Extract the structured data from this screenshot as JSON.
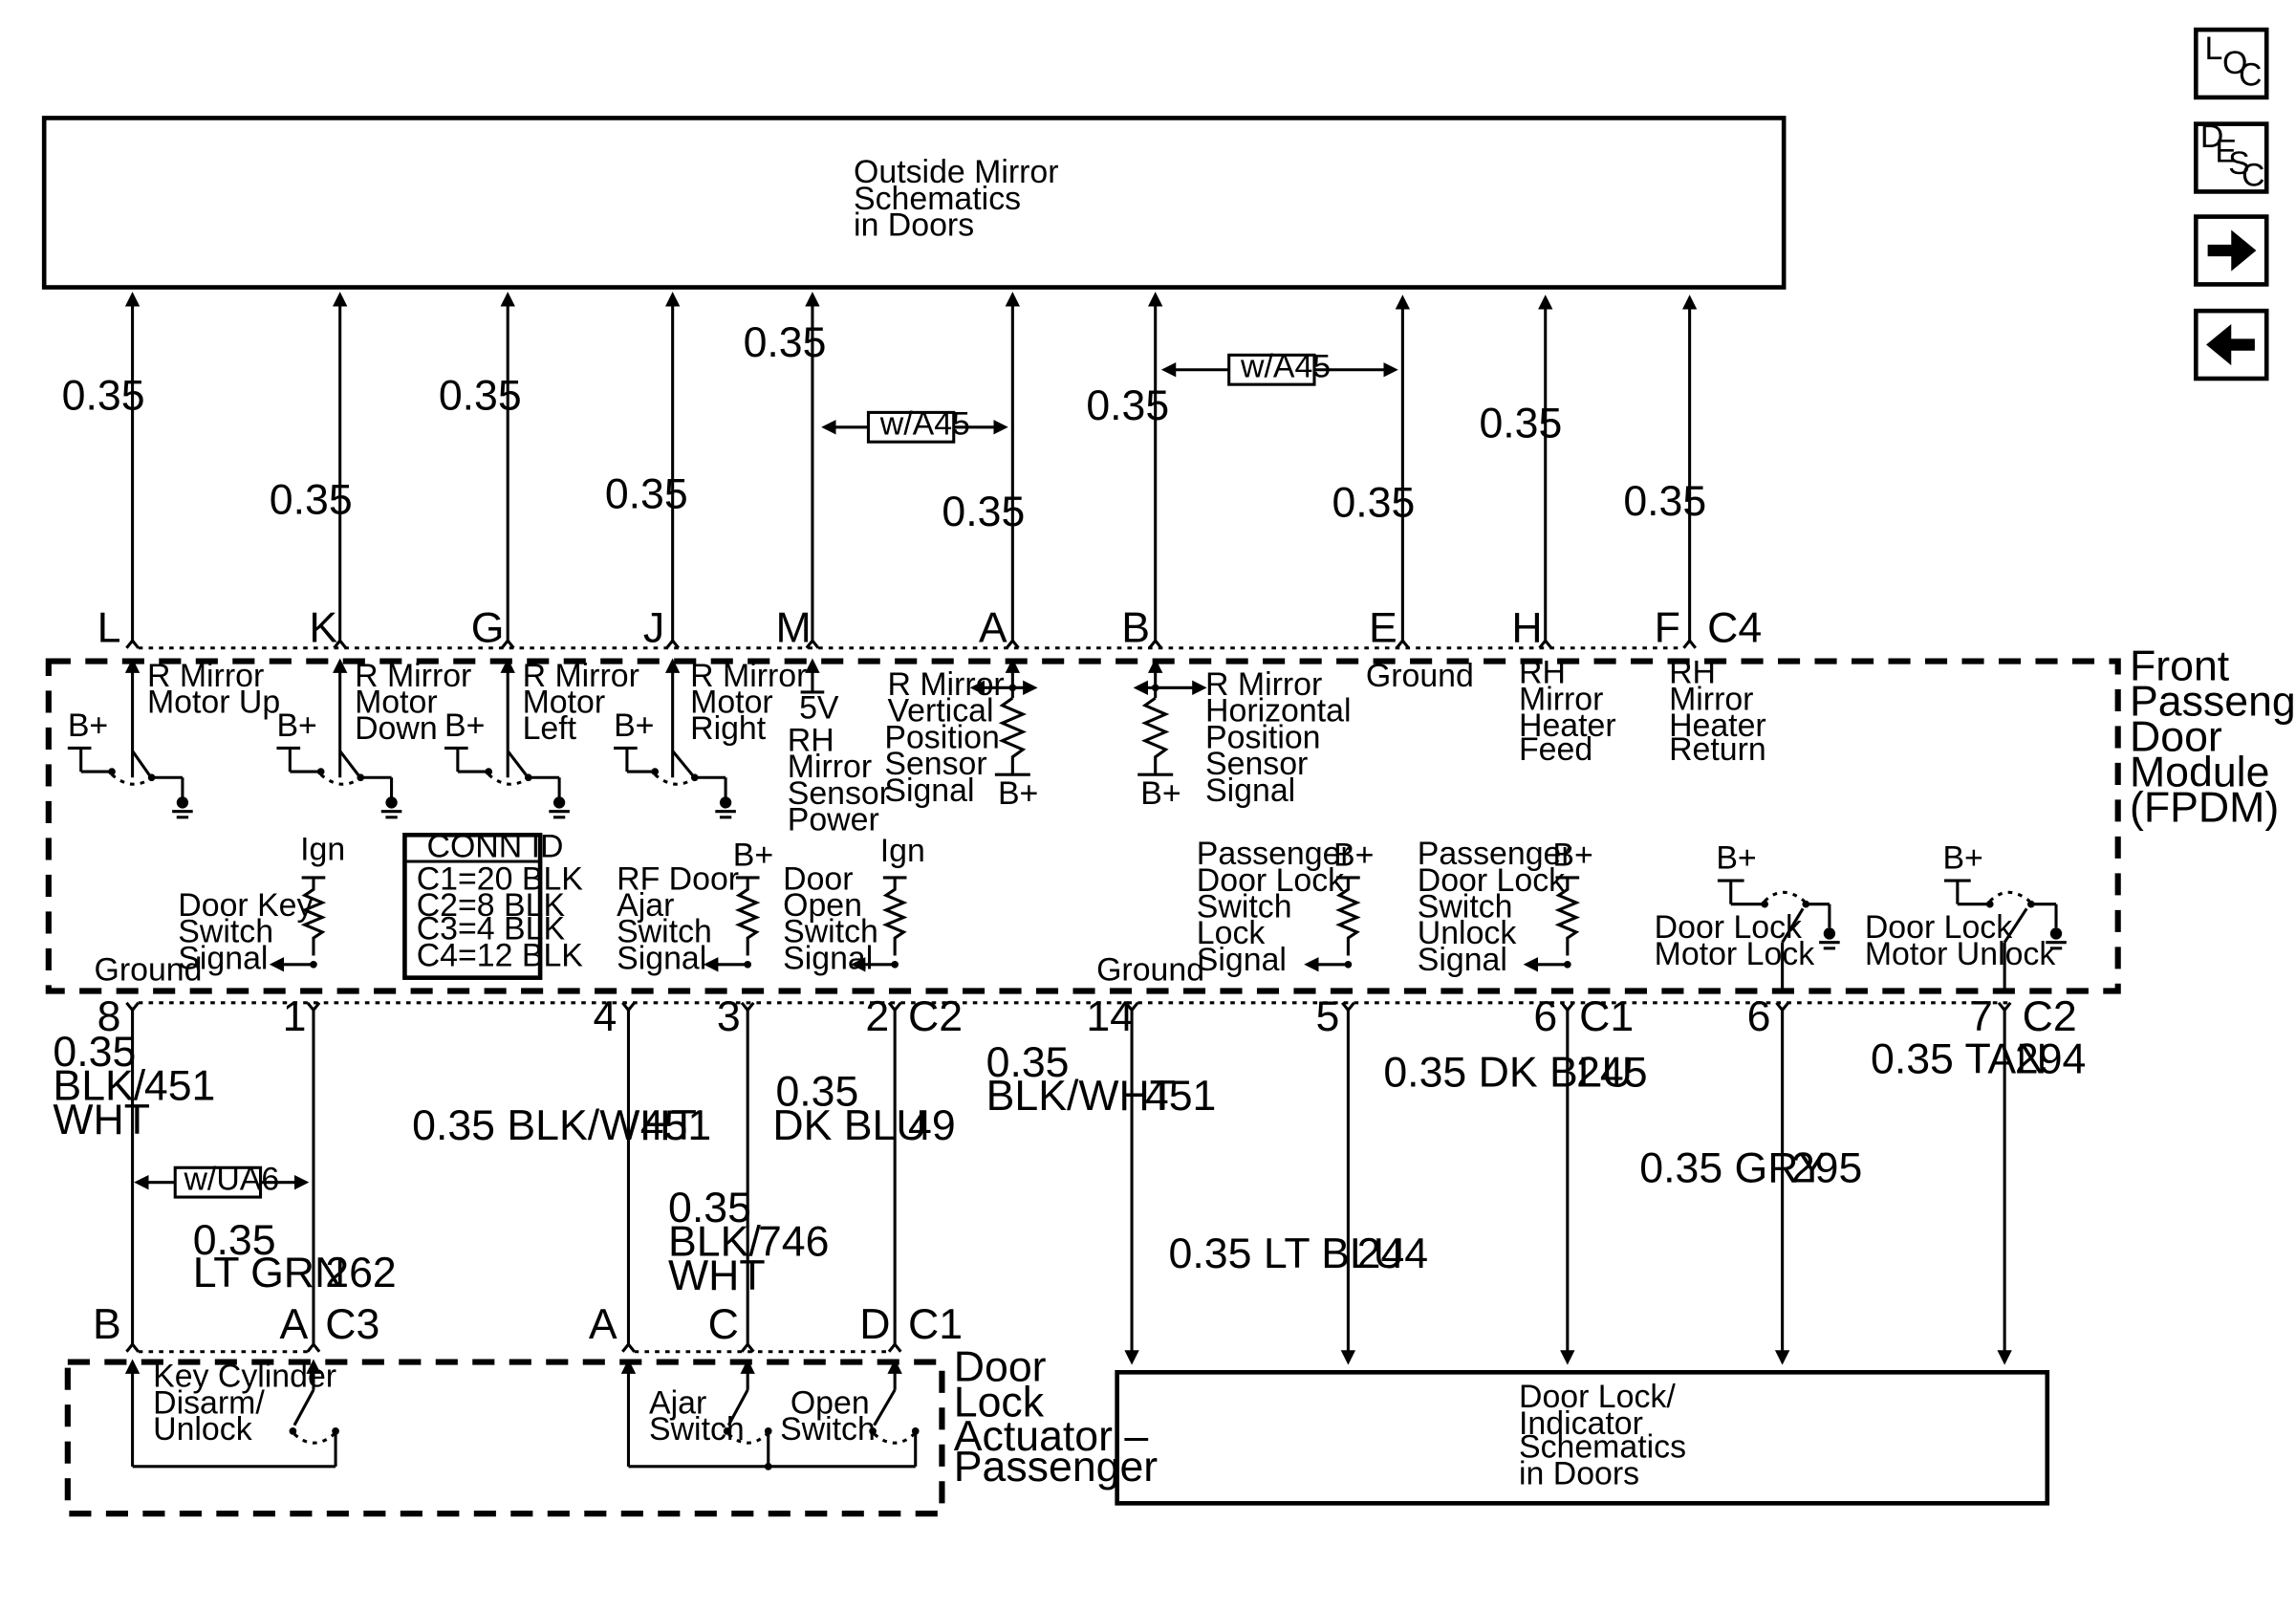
{
  "nav": {
    "loc_l": "L",
    "loc_o": "O",
    "loc_c": "C",
    "desc_d": "D",
    "desc_e": "E",
    "desc_s": "S",
    "desc_c": "C",
    "next": "next-arrow-icon",
    "prev": "prev-arrow-icon"
  },
  "top_box": {
    "line1": "Outside Mirror",
    "line2": "Schematics",
    "line3": "in Doors"
  },
  "bottom_box": {
    "line1": "Door Lock/",
    "line2": "Indicator",
    "line3": "Schematics",
    "line4": "in Doors"
  },
  "fpdm": {
    "line1": "Front",
    "line2": "Passenger",
    "line3": "Door",
    "line4": "Module",
    "line5": "(FPDM)"
  },
  "actuator": {
    "line1": "Door",
    "line2": "Lock",
    "line3": "Actuator –",
    "line4": "Passenger"
  },
  "conn_id": {
    "title": "CONN ID",
    "c1": "C1=20 BLK",
    "c2": "C2=8 BLK",
    "c3": "C3=4 BLK",
    "c4": "C4=12 BLK"
  },
  "options": {
    "wa45": "w/A45",
    "wua6": "w/UA6"
  },
  "top_wires": {
    "g1": "0.35",
    "g2": "0.35",
    "g3": "0.35",
    "g4": "0.35",
    "g5": "0.35",
    "g6": "0.35",
    "g7": "0.35",
    "g8": "0.35",
    "g9": "0.35",
    "g10": "0.35"
  },
  "top_pins": {
    "L": "L",
    "K": "K",
    "G": "G",
    "J": "J",
    "M": "M",
    "A": "A",
    "B": "B",
    "E": "E",
    "H": "H",
    "F": "F",
    "conn": "C4"
  },
  "module_labels": {
    "r_up1": "R Mirror",
    "r_up2": "Motor Up",
    "r_dn1": "R Mirror",
    "r_dn2": "Motor",
    "r_dn3": "Down",
    "r_lf1": "R Mirror",
    "r_lf2": "Motor",
    "r_lf3": "Left",
    "r_rt1": "R Mirror",
    "r_rt2": "Motor",
    "r_rt3": "Right",
    "fivev": "5V",
    "rh1": "RH",
    "rh2": "Mirror",
    "rh3": "Sensor",
    "rh4": "Power",
    "rv1": "R Mirror",
    "rv2": "Vertical",
    "rv3": "Position",
    "rv4": "Sensor",
    "rv5": "Signal",
    "rhz1": "R Mirror",
    "rhz2": "Horizontal",
    "rhz3": "Position",
    "rhz4": "Sensor",
    "rhz5": "Signal",
    "ground_top": "Ground",
    "hf1": "RH",
    "hf2": "Mirror",
    "hf3": "Heater",
    "hf4": "Feed",
    "hr1": "RH",
    "hr2": "Mirror",
    "hr3": "Heater",
    "hr4": "Return",
    "bplus": "B+",
    "ign": "Ign",
    "dk1": "Door Key",
    "dk2": "Switch",
    "dk3": "Signal",
    "ground_l": "Ground",
    "rf1": "RF Door",
    "rf2": "Ajar",
    "rf3": "Switch",
    "rf4": "Signal",
    "do1": "Door",
    "do2": "Open",
    "do3": "Switch",
    "do4": "Signal",
    "ground_m": "Ground",
    "pl1": "Passenger",
    "pl2": "Door Lock",
    "pl3": "Switch",
    "pl4": "Lock",
    "pl5": "Signal",
    "pu1": "Passenger",
    "pu2": "Door Lock",
    "pu3": "Switch",
    "pu4": "Unlock",
    "pu5": "Signal",
    "ml1": "Door Lock",
    "ml2": "Motor Lock",
    "mu1": "Door Lock",
    "mu2": "Motor Unlock"
  },
  "bottom_pins": {
    "p8": "8",
    "p1": "1",
    "p4": "4",
    "p3": "3",
    "p2": "2",
    "c2a": "C2",
    "p14": "14",
    "p5": "5",
    "p6a": "6",
    "c1": "C1",
    "p6b": "6",
    "p7": "7",
    "c2b": "C2"
  },
  "bottom_wires": {
    "w451a_g": "0.35",
    "w451a_c1": "BLK/",
    "w451a_c2": "WHT",
    "w451a_n": "451",
    "w262_g": "0.35",
    "w262_c": "LT GRN",
    "w262_n": "262",
    "w451b_c": "0.35 BLK/WHT",
    "w451b_n": "451",
    "w746_g": "0.35",
    "w746_c1": "BLK/",
    "w746_c2": "WHT",
    "w746_n": "746",
    "w49_g": "0.35",
    "w49_c": "DK BLU",
    "w49_n": "49",
    "w451c_g": "0.35",
    "w451c_c": "BLK/WHT",
    "w451c_n": "451",
    "w244_c": "0.35 LT BLU",
    "w244_n": "244",
    "w245_c": "0.35 DK BLU",
    "w245_n": "245",
    "w295_c": "0.35 GRY",
    "w295_n": "295",
    "w294_c": "0.35 TAN",
    "w294_n": "294"
  },
  "actuator_pins": {
    "B": "B",
    "A1": "A",
    "C3": "C3",
    "A2": "A",
    "C": "C",
    "D": "D",
    "C1": "C1"
  },
  "actuator_labels": {
    "kc1": "Key Cylinder",
    "kc2": "Disarm/",
    "kc3": "Unlock",
    "aj1": "Ajar",
    "aj2": "Switch",
    "op1": "Open",
    "op2": "Switch"
  }
}
